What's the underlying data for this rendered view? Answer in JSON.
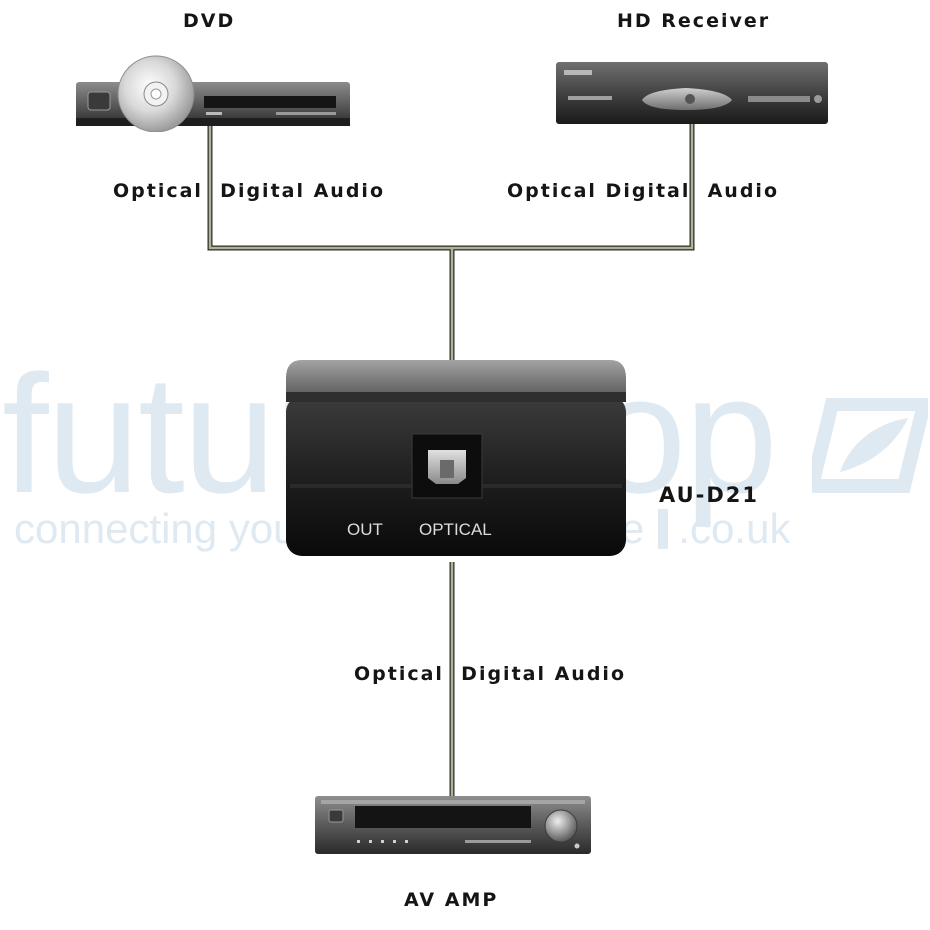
{
  "devices": {
    "dvd": {
      "label": "DVD"
    },
    "hd_receiver": {
      "label": "HD Receiver"
    },
    "converter": {
      "label": "AU-D21",
      "port_out": "OUT",
      "port_optical": "OPTICAL"
    },
    "av_amp": {
      "label": "AV AMP"
    }
  },
  "connections": {
    "dvd_label": "Optical  Digital Audio",
    "receiver_label": "Optical Digital  Audio",
    "amp_label": "Optical  Digital Audio"
  },
  "watermark": {
    "brand": "futureshop",
    "tagline": "connecting your home experience",
    "domain": ".co.uk"
  },
  "colors": {
    "cable": "#9a9a88",
    "label_text": "#151515",
    "watermark": "#dfe9f1"
  }
}
